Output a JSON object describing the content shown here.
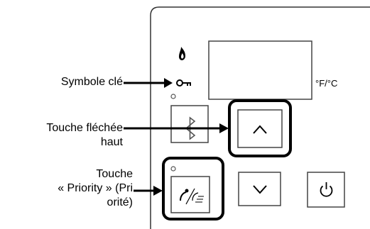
{
  "callouts": {
    "key_symbol": "Symbole clé",
    "arrow_up_line1": "Touche fléchée",
    "arrow_up_line2": "haut",
    "priority_line1": "Touche",
    "priority_line2": "« Priority » (Pri",
    "priority_line3": "orité)"
  },
  "display": {
    "unit_label": "°F/°C"
  },
  "icons": {
    "flame": "flame-icon",
    "key": "key-icon",
    "bluetooth": "bluetooth-icon",
    "arrow_up": "chevron-up-icon",
    "arrow_down": "chevron-down-icon",
    "priority": "priority-icon",
    "power": "power-icon"
  },
  "colors": {
    "panel_outline": "#333333",
    "highlight": "#000000"
  }
}
